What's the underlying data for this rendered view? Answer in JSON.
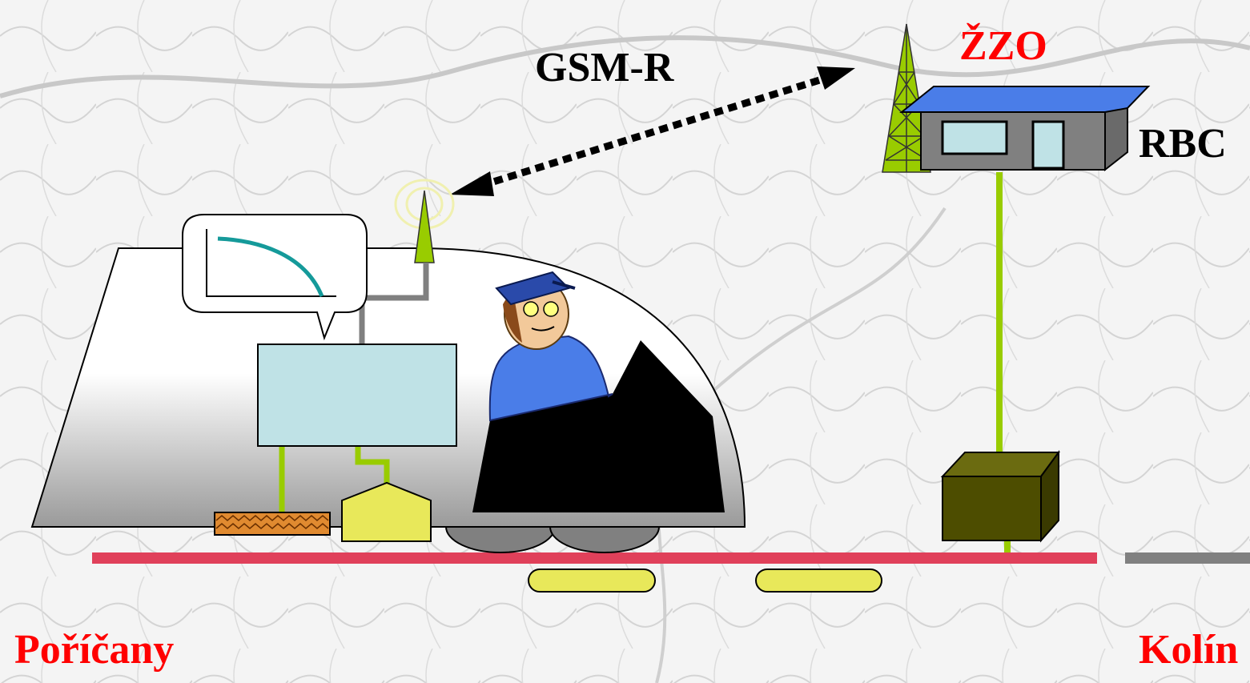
{
  "labels": {
    "gsm_r": "GSM-R",
    "zzo": "ŽZO",
    "rbc": "RBC",
    "station_left": "Poříčany",
    "station_right": "Kolín"
  },
  "colors": {
    "label_red": "#ff0000",
    "track_red": "#e0405a",
    "track_gray": "#808080",
    "signal_green": "#99cc00",
    "building_blue": "#4a7de8",
    "building_gray": "#808080",
    "screen_lightblue": "#bfe2e6",
    "balise_yellow": "#e8e85a",
    "box_olive": "#4d4d00",
    "curve_teal": "#159a9a"
  },
  "icons": [
    "radio-tower-icon",
    "rbc-building-icon",
    "train-icon",
    "driver-icon",
    "antenna-icon",
    "balise-icon",
    "trackside-box-icon",
    "speech-bubble-icon",
    "braking-curve-icon"
  ]
}
